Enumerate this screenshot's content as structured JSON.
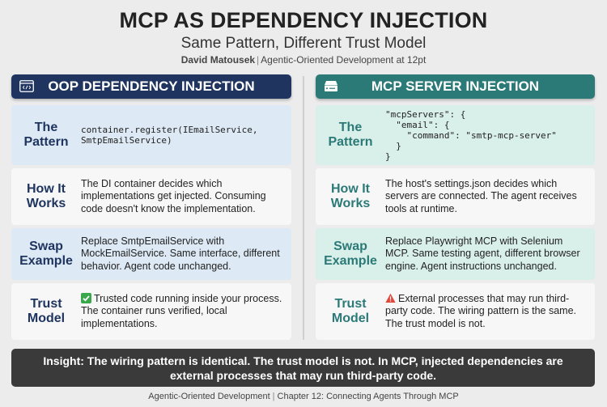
{
  "header": {
    "title": "MCP AS DEPENDENCY INJECTION",
    "subtitle": "Same Pattern, Different Trust Model",
    "author": "David Matousek",
    "byline_rest": "Agentic-Oriented Development at 12pt"
  },
  "columns": {
    "left": {
      "title": "OOP DEPENDENCY INJECTION",
      "icon": "code-window-icon",
      "color": "#1f3560",
      "rows": [
        {
          "label": "The Pattern",
          "text": "container.register(IEmailService,\nSmtpEmailService)"
        },
        {
          "label": "How It Works",
          "text": "The DI container decides which implementations get injected. Consuming code doesn't know the implementation."
        },
        {
          "label": "Swap Example",
          "text": "Replace SmtpEmailService with MockEmailService. Same interface, different behavior. Agent code unchanged."
        },
        {
          "label": "Trust Model",
          "text": "Trusted code running inside your process. The container runs verified, local implementations."
        }
      ]
    },
    "right": {
      "title": "MCP SERVER INJECTION",
      "icon": "server-icon",
      "color": "#2b7a78",
      "rows": [
        {
          "label": "The Pattern",
          "text": "\"mcpServers\": {\n  \"email\": {\n    \"command\": \"smtp-mcp-server\"\n  }\n}"
        },
        {
          "label": "How It Works",
          "text": "The host's settings.json decides which servers are connected. The agent receives tools at runtime."
        },
        {
          "label": "Swap Example",
          "text": "Replace Playwright MCP with Selenium MCP. Same testing agent, different browser engine. Agent instructions unchanged."
        },
        {
          "label": "Trust Model",
          "text": "External processes that may run third-party code. The wiring pattern is the same. The trust model is not."
        }
      ]
    }
  },
  "insight": "Insight: The wiring pattern is identical. The trust model is not. In MCP, injected dependencies are external processes that may run third-party code.",
  "footer": {
    "left": "Agentic-Oriented Development",
    "right": "Chapter 12: Connecting Agents Through MCP"
  }
}
